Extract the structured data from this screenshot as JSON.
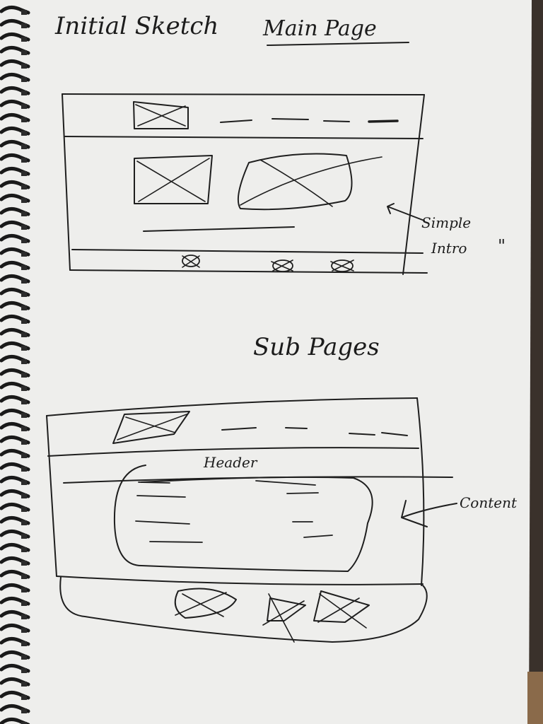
{
  "page": {
    "title_left": "Initial Sketch",
    "title_main": "Main Page",
    "note_intro_line1": "Simple",
    "note_intro_line2": "Intro",
    "note_intro_mark": "\"",
    "sub_title": "Sub Pages",
    "header_label": "Header",
    "content_label": "Content"
  },
  "colors": {
    "paper": "#eeeeec",
    "ink": "#1e1e1e",
    "desk": "#2a2522",
    "spiral": "#1a1a1a"
  }
}
